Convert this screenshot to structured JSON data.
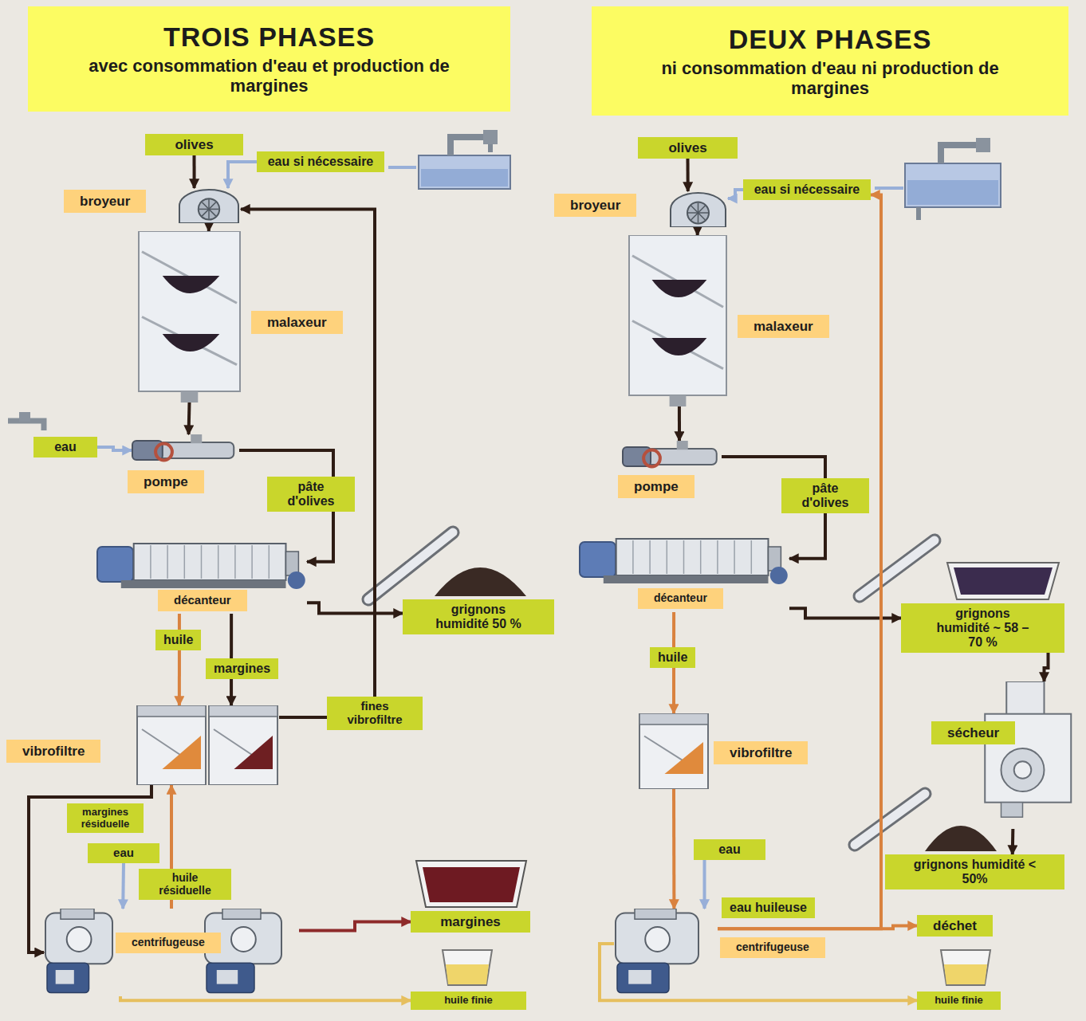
{
  "diagram": {
    "nodes": [
      {
        "text": [
          "TROIS PHASES",
          "avec consommation d'eau et production de margines"
        ]
      },
      {
        "text": [
          "olives"
        ]
      },
      {
        "text": [
          "eau si nécessaire"
        ]
      },
      {
        "text": [
          "broyeur"
        ]
      },
      {
        "text": [
          "malaxeur"
        ]
      },
      {
        "text": [
          "eau"
        ]
      },
      {
        "text": [
          "pompe"
        ]
      },
      {
        "text": [
          "décanteur"
        ]
      },
      {
        "text": [
          "grignons humidité 50 %"
        ]
      },
      {
        "text": [
          "vibrofiltre"
        ]
      },
      {
        "text": [
          "eau"
        ]
      },
      {
        "text": [
          "centrifugeuse"
        ]
      },
      {
        "text": [
          "margines"
        ]
      },
      {
        "text": [
          "huile finie"
        ]
      },
      {
        "text": [
          "DEUX PHASES",
          "ni consommation d'eau ni production de margines"
        ]
      },
      {
        "text": [
          "olives"
        ]
      },
      {
        "text": [
          "eau si nécessaire"
        ]
      },
      {
        "text": [
          "broyeur"
        ]
      },
      {
        "text": [
          "malaxeur"
        ]
      },
      {
        "text": [
          "pompe"
        ]
      },
      {
        "text": [
          "décanteur"
        ]
      },
      {
        "text": [
          "grignons humidité ~ 58 – 70 %"
        ]
      },
      {
        "text": [
          "vibrofiltre"
        ]
      },
      {
        "text": [
          "sécheur"
        ]
      },
      {
        "text": [
          "grignons humidité < 50%"
        ]
      },
      {
        "text": [
          "eau"
        ]
      },
      {
        "text": [
          "centrifugeuse"
        ]
      },
      {
        "text": [
          "déchet"
        ]
      },
      {
        "text": [
          "huile finie"
        ]
      }
    ],
    "edges": [
      {
        "from": 1,
        "to": 3,
        "arrow": "to"
      },
      {
        "from": 2,
        "to": 3,
        "arrow": "to"
      },
      {
        "from": 3,
        "to": 4,
        "arrow": "to"
      },
      {
        "from": 4,
        "to": 6,
        "arrow": "to"
      },
      {
        "from": 5,
        "to": 6,
        "arrow": "to"
      },
      {
        "from": 6,
        "to": 7,
        "arrow": "to",
        "label": "pâte d'olives"
      },
      {
        "from": 7,
        "to": 8,
        "arrow": "to"
      },
      {
        "from": 7,
        "to": 9,
        "arrow": "to",
        "label": "huile"
      },
      {
        "from": 7,
        "to": 9,
        "arrow": "to",
        "label": "margines"
      },
      {
        "from": 9,
        "to": 3,
        "arrow": "to",
        "label": "fines vibrofiltre"
      },
      {
        "from": 9,
        "to": 11,
        "arrow": "to",
        "label": "margines résiduelle"
      },
      {
        "from": 10,
        "to": 11,
        "arrow": "to"
      },
      {
        "from": 11,
        "to": 9,
        "arrow": "to",
        "label": "huile résiduelle"
      },
      {
        "from": 11,
        "to": 12,
        "arrow": "to"
      },
      {
        "from": 11,
        "to": 13,
        "arrow": "to"
      },
      {
        "from": 15,
        "to": 17,
        "arrow": "to"
      },
      {
        "from": 16,
        "to": 17,
        "arrow": "to"
      },
      {
        "from": 17,
        "to": 18,
        "arrow": "to"
      },
      {
        "from": 18,
        "to": 19,
        "arrow": "to"
      },
      {
        "from": 19,
        "to": 20,
        "arrow": "to",
        "label": "pâte d'olives"
      },
      {
        "from": 20,
        "to": 21,
        "arrow": "to"
      },
      {
        "from": 20,
        "to": 22,
        "arrow": "to",
        "label": "huile"
      },
      {
        "from": 21,
        "to": 23,
        "arrow": "to"
      },
      {
        "from": 23,
        "to": 24,
        "arrow": "to"
      },
      {
        "from": 22,
        "to": 26,
        "arrow": "to"
      },
      {
        "from": 25,
        "to": 26,
        "arrow": "to"
      },
      {
        "from": 26,
        "to": 27,
        "arrow": "to",
        "label": "eau huileuse"
      },
      {
        "from": 26,
        "to": 16,
        "arrow": "to"
      },
      {
        "from": 26,
        "to": 28,
        "arrow": "to"
      }
    ]
  }
}
